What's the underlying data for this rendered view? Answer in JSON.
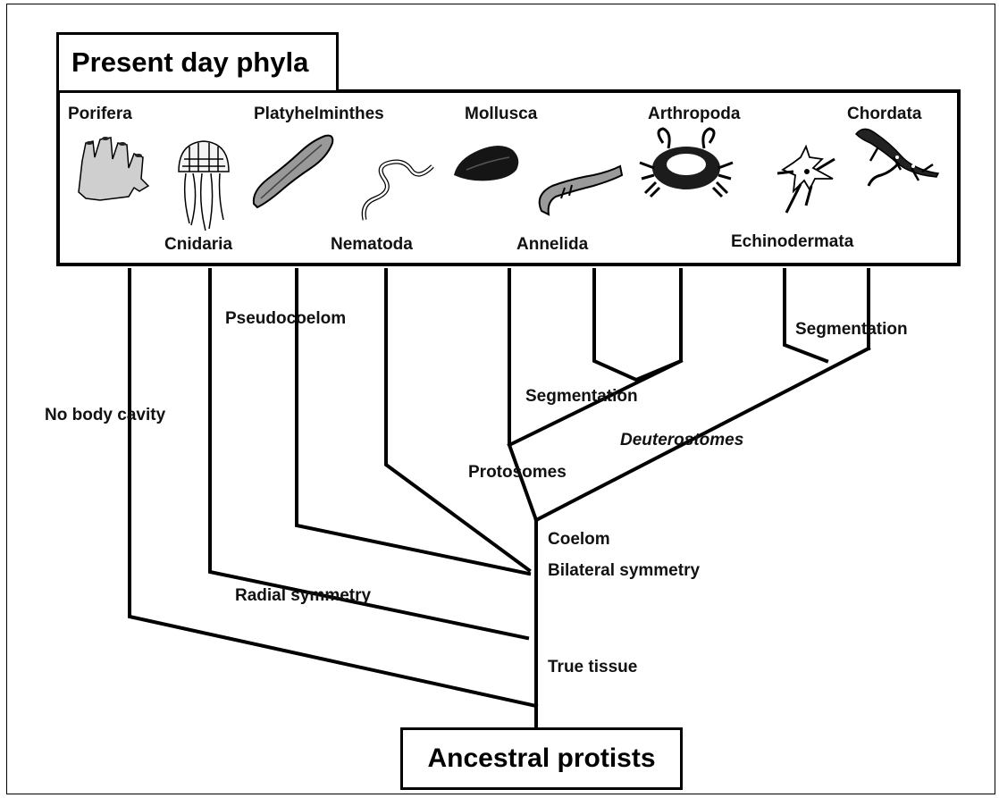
{
  "title": "Present day phyla",
  "root": "Ancestral protists",
  "phyla": {
    "porifera": "Porifera",
    "cnidaria": "Cnidaria",
    "platyhelminthes": "Platyhelminthes",
    "nematoda": "Nematoda",
    "mollusca": "Mollusca",
    "annelida": "Annelida",
    "arthropoda": "Arthropoda",
    "echinodermata": "Echinodermata",
    "chordata": "Chordata"
  },
  "branches": {
    "no_body_cavity": "No body cavity",
    "pseudocoelom": "Pseudocoelom",
    "radial_symmetry": "Radial symmetry",
    "true_tissue": "True tissue",
    "bilateral_symmetry": "Bilateral symmetry",
    "coelom": "Coelom",
    "protostomes": "Protosomes",
    "deuterostomes": "Deuterostomes",
    "segmentation_protostome": "Segmentation",
    "segmentation_deuterostome": "Segmentation"
  },
  "icons": [
    "sponge-icon",
    "jellyfish-icon",
    "flatworm-icon",
    "roundworm-icon",
    "mollusc-icon",
    "earthworm-icon",
    "crab-icon",
    "starfish-icon",
    "salamander-icon"
  ]
}
